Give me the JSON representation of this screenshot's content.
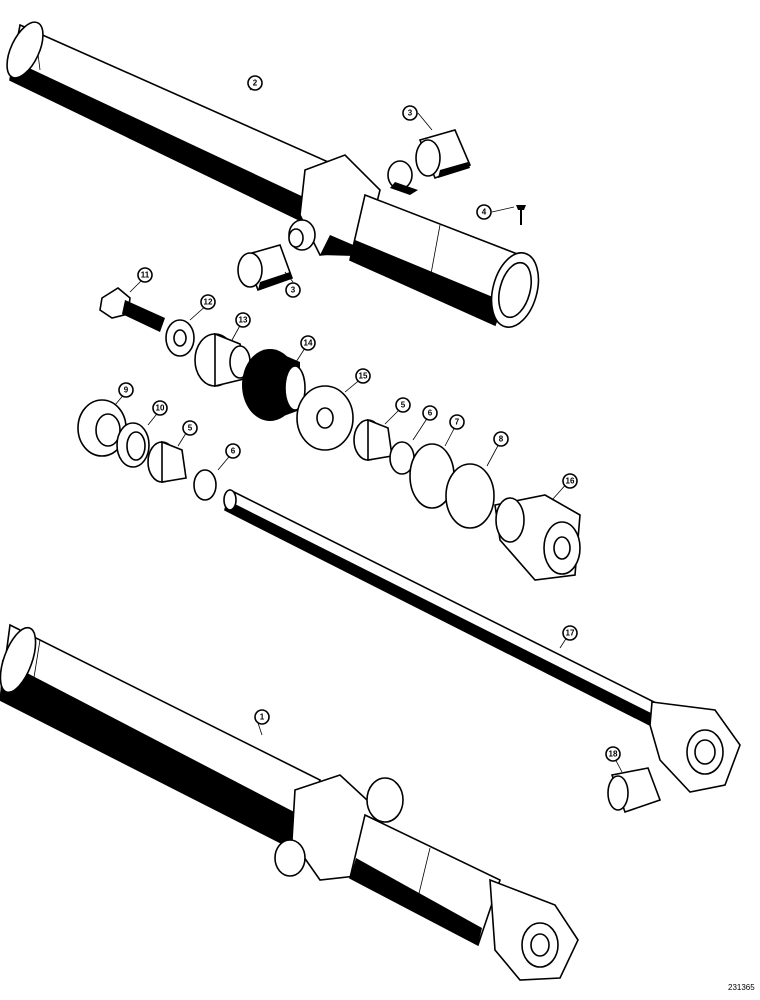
{
  "diagram": {
    "type": "exploded parts diagram",
    "parts": [
      {
        "id": "part-1",
        "callout": "1"
      },
      {
        "id": "part-2",
        "callout": "2"
      },
      {
        "id": "part-3-upper",
        "callout": "3"
      },
      {
        "id": "part-3-lower",
        "callout": "3"
      },
      {
        "id": "part-4",
        "callout": "4"
      },
      {
        "id": "part-5-left",
        "callout": "5"
      },
      {
        "id": "part-5-right",
        "callout": "5"
      },
      {
        "id": "part-6-left",
        "callout": "6"
      },
      {
        "id": "part-6-right",
        "callout": "6"
      },
      {
        "id": "part-7",
        "callout": "7"
      },
      {
        "id": "part-8",
        "callout": "8"
      },
      {
        "id": "part-9",
        "callout": "9"
      },
      {
        "id": "part-10",
        "callout": "10"
      },
      {
        "id": "part-11",
        "callout": "11"
      },
      {
        "id": "part-12",
        "callout": "12"
      },
      {
        "id": "part-13",
        "callout": "13"
      },
      {
        "id": "part-14",
        "callout": "14"
      },
      {
        "id": "part-15",
        "callout": "15"
      },
      {
        "id": "part-16",
        "callout": "16"
      },
      {
        "id": "part-17",
        "callout": "17"
      },
      {
        "id": "part-18",
        "callout": "18"
      }
    ],
    "reference_number": "231365"
  }
}
